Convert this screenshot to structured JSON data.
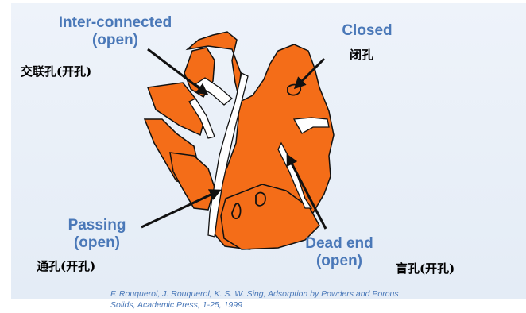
{
  "labels": {
    "interconnected": "Inter-connected",
    "interconnected_sub": "(open)",
    "closed": "Closed",
    "passing": "Passing",
    "passing_sub": "(open)",
    "deadend": "Dead end",
    "deadend_sub": "(open)"
  },
  "chinese": {
    "interconnected": "交联孔(开孔)",
    "closed": "闭孔",
    "passing": "通孔(开孔)",
    "deadend": "盲孔(开孔)"
  },
  "citation": {
    "line1": "F. Rouquerol, J. Rouquerol, K. S. W. Sing, Adsorption by Powders and Porous",
    "line2": "Solids, Academic Press, 1-25, 1999"
  },
  "colors": {
    "solid": "#f46d18",
    "outline": "#111111",
    "label_text": "#4a78b8",
    "background": "#e9f0f8"
  }
}
